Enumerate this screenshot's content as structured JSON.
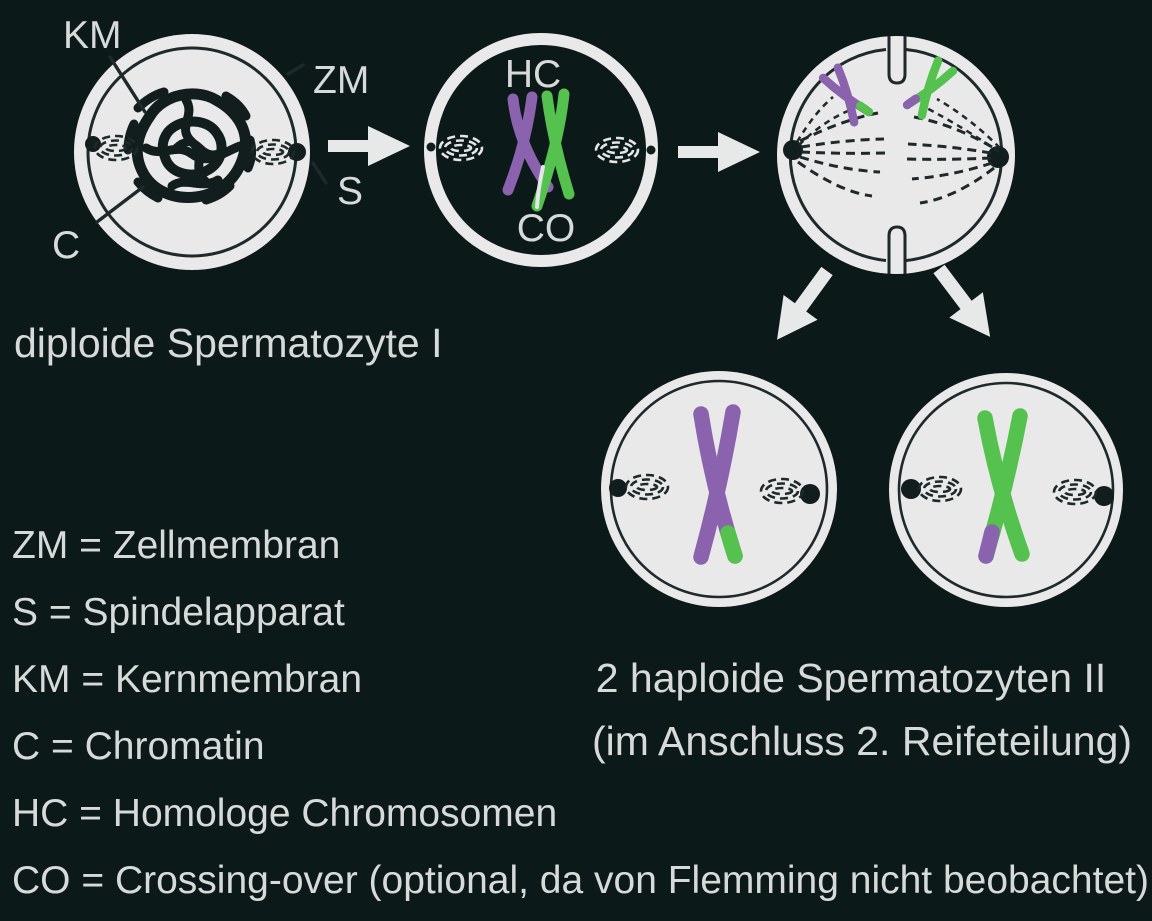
{
  "colors": {
    "background": "#0c1919",
    "cell-fill": "#e8e9e8",
    "line-dark": "#1e2929",
    "dot-dark": "#121d1d",
    "chromatin": "#121d1d",
    "purple": "#8a62ad",
    "green": "#55c14e",
    "text-light": "#d7dad8",
    "arrow-light": "#e7e9e8",
    "dash-light": "#e3e6e5"
  },
  "cell_labels": {
    "km": "KM",
    "zm": "ZM",
    "s": "S",
    "c": "C",
    "hc": "HC",
    "co": "CO"
  },
  "captions": {
    "stage1": "diploide Spermatozyte I",
    "result_line1": "2 haploide Spermatozyten II",
    "result_line2": "(im Anschluss 2. Reifeteilung)"
  },
  "legend": [
    "ZM = Zellmembran",
    "S = Spindelapparat",
    "KM = Kernmembran",
    "C = Chromatin",
    "HC = Homologe Chromosomen",
    "CO = Crossing-over (optional, da von Flemming nicht beobachtet)"
  ]
}
